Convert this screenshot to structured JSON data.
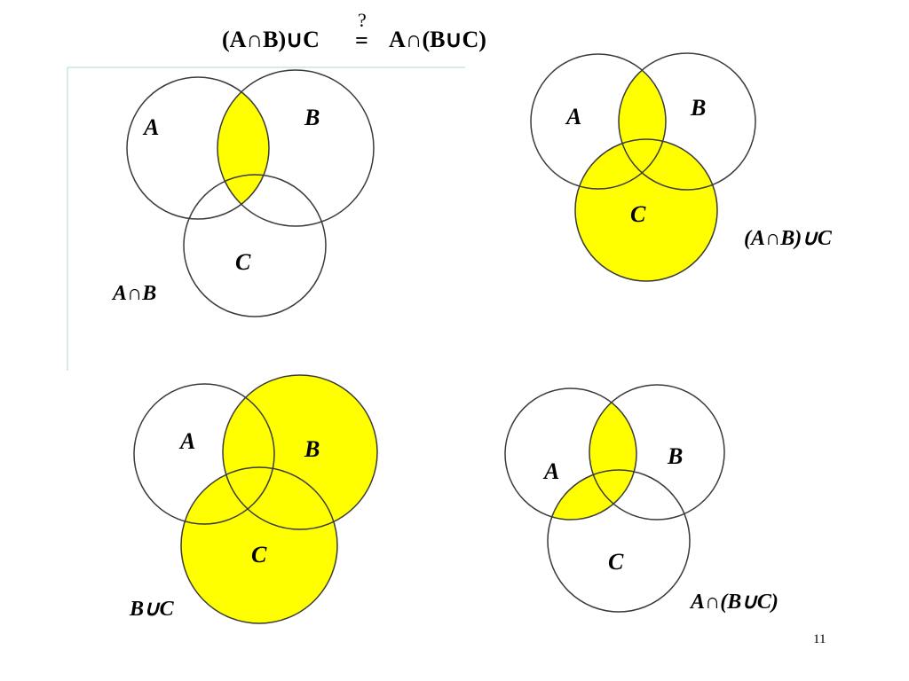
{
  "title": {
    "left": "(A∩B)∪C",
    "question": "?",
    "equals": "=",
    "right": "A∩(B∪C)"
  },
  "highlight_color": "#ffff00",
  "outline_color": "#3a3a3a",
  "panel_border_color": "#c8e6e6",
  "diagrams": [
    {
      "labels": {
        "A": "A",
        "B": "B",
        "C": "C"
      },
      "caption": "A∩B",
      "shaded": "A∩B"
    },
    {
      "labels": {
        "A": "A",
        "B": "B",
        "C": "C"
      },
      "caption": "(A∩B)∪C",
      "shaded": "(A∩B)∪C"
    },
    {
      "labels": {
        "A": "A",
        "B": "B",
        "C": "C"
      },
      "caption": "B∪C",
      "shaded": "B∪C"
    },
    {
      "labels": {
        "A": "A",
        "B": "B",
        "C": "C"
      },
      "caption": "A∩(B∪C)",
      "shaded": "A∩(B∪C)"
    }
  ],
  "page_number": "11"
}
